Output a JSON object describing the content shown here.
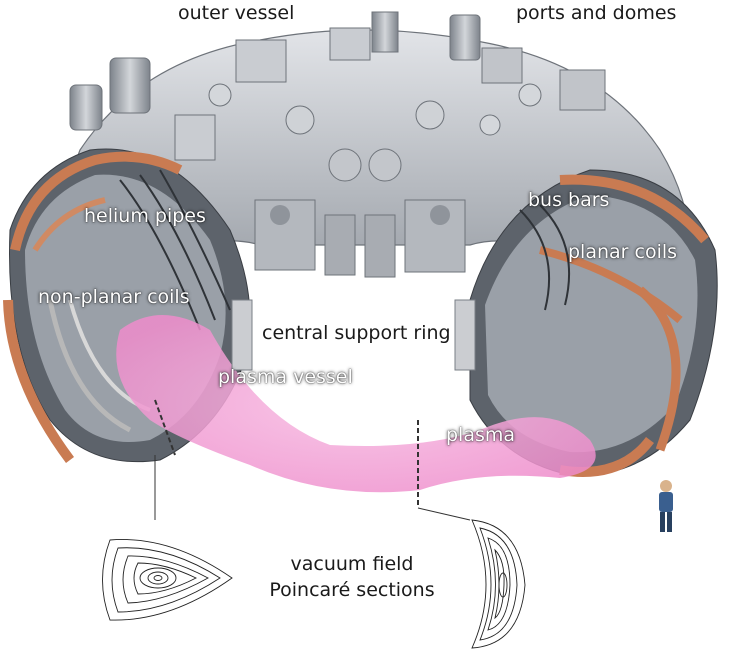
{
  "labels": {
    "outer_vessel": "outer vessel",
    "ports_and_domes": "ports and domes",
    "helium_pipes": "helium pipes",
    "bus_bars": "bus bars",
    "planar_coils": "planar coils",
    "non_planar_coils": "non-planar coils",
    "central_support_ring": "central support ring",
    "plasma_vessel": "plasma vessel",
    "plasma": "plasma",
    "vacuum_field": "vacuum field",
    "poincare_sections": "Poincaré sections"
  },
  "colors": {
    "vessel_grey": "#c9ccd1",
    "coil_copper": "#c97b52",
    "plasma_pink": "#f4a6d6",
    "label_dark": "#1a1a1a",
    "label_light": "#ffffff"
  }
}
